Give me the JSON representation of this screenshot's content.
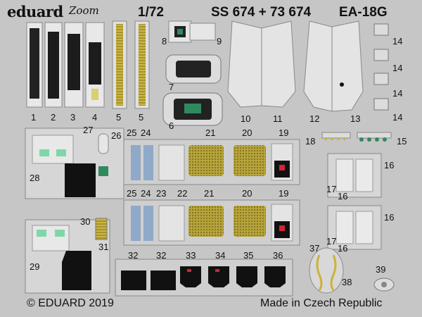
{
  "header": {
    "brand": "eduard",
    "zoom_mark": "Zoom",
    "scale": "1/72",
    "set_code": "SS  674 + 73 674",
    "aircraft": "EA-18G"
  },
  "footer": {
    "copyright": "© EDUARD 2019",
    "origin": "Made in Czech Republic"
  },
  "part_numbers": {
    "p1": "1",
    "p2": "2",
    "p3": "3",
    "p4": "4",
    "p5a": "5",
    "p5b": "5",
    "p6": "6",
    "p7": "7",
    "p8": "8",
    "p9": "9",
    "p10": "10",
    "p11": "11",
    "p12": "12",
    "p13": "13",
    "p14a": "14",
    "p14b": "14",
    "p14c": "14",
    "p14d": "14",
    "p15": "15",
    "p16a": "16",
    "p16b": "16",
    "p16c": "16",
    "p16d": "16",
    "p17a": "17",
    "p17b": "17",
    "p18": "18",
    "p19a": "19",
    "p19b": "19",
    "p20a": "20",
    "p20b": "20",
    "p21a": "21",
    "p21b": "21",
    "p22": "22",
    "p23": "23",
    "p24a": "24",
    "p24b": "24",
    "p25a": "25",
    "p25b": "25",
    "p26": "26",
    "p27": "27",
    "p28": "28",
    "p29": "29",
    "p30": "30",
    "p31": "31",
    "p32a": "32",
    "p32b": "32",
    "p33": "33",
    "p34": "34",
    "p35": "35",
    "p36": "36",
    "p37": "37",
    "p38": "38",
    "p39": "39"
  },
  "colors": {
    "fret": "#c6c6c6",
    "sprue": "#d8d8d8",
    "panel_black": "#111111",
    "belt_yellow": "#c9b33a",
    "screen_green": "#2f8a5e",
    "mfd_green": "#7fd7a9",
    "belt_blue": "#8fa9c8"
  }
}
